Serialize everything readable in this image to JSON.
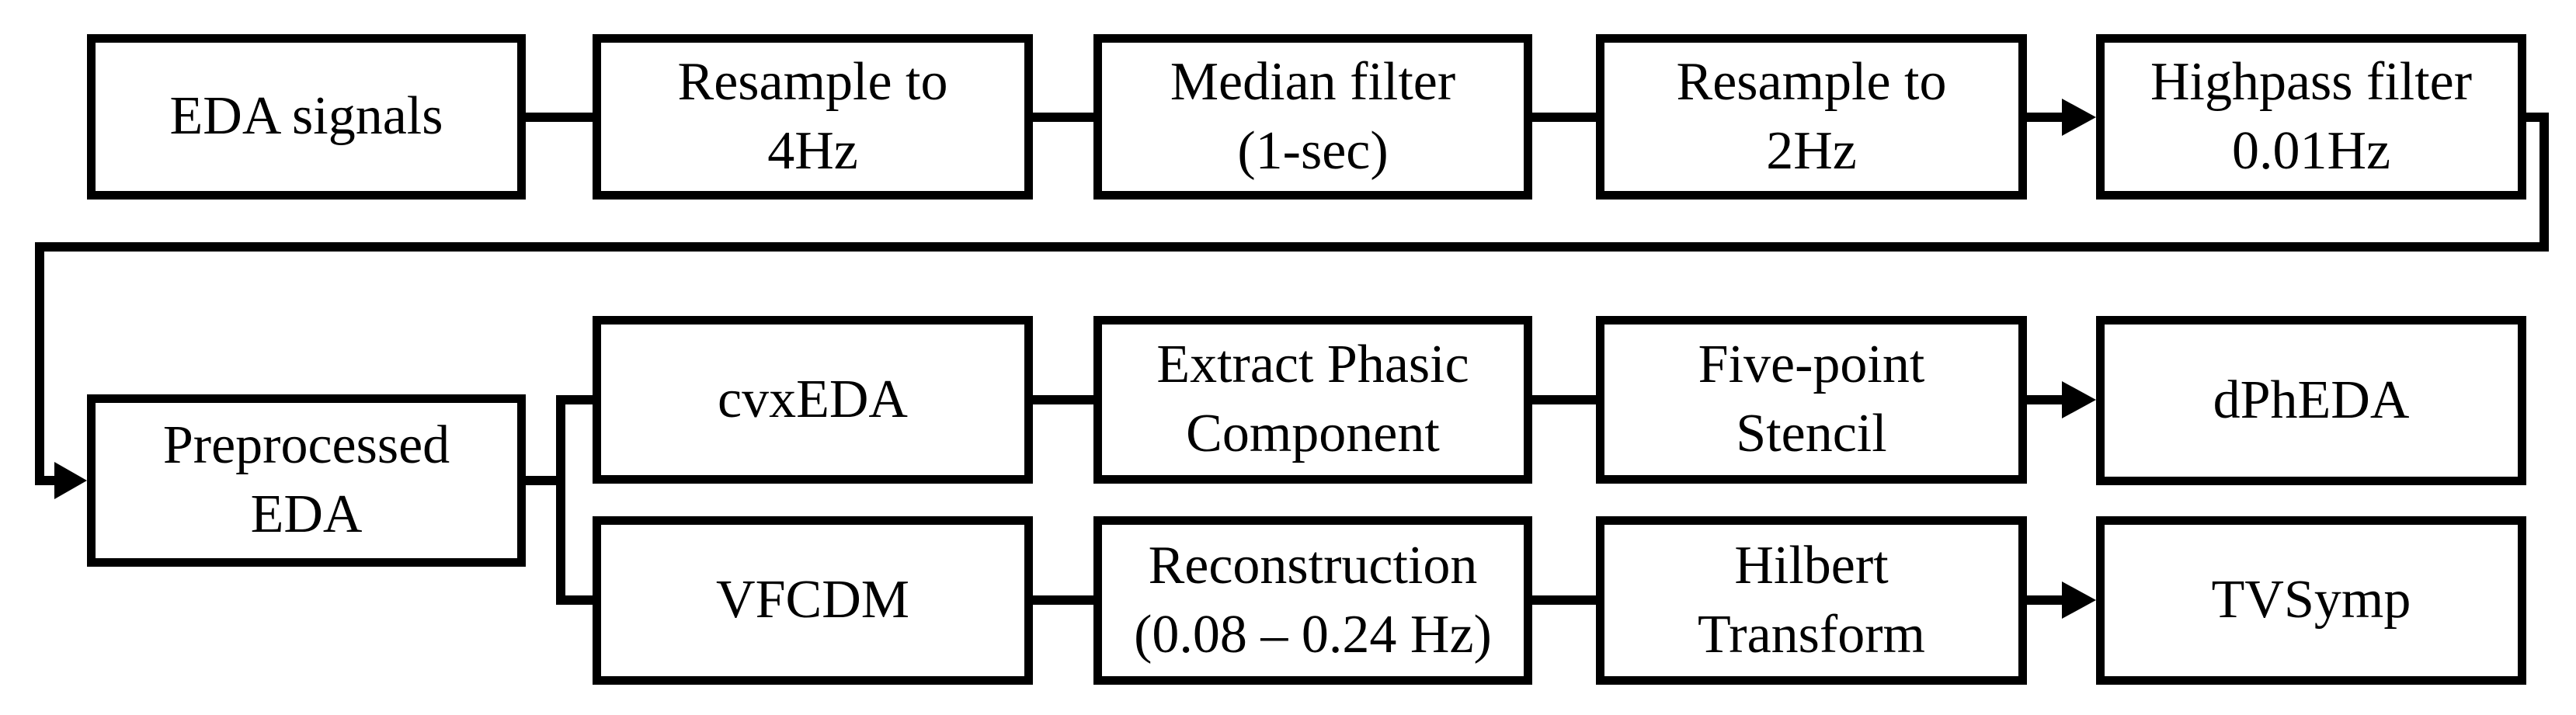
{
  "diagram": {
    "background_color": "#ffffff",
    "stroke_color": "#000000",
    "nodes": [
      {
        "id": "eda-signals",
        "lines": [
          "EDA signals"
        ]
      },
      {
        "id": "resample-4hz",
        "lines": [
          "Resample to",
          "4Hz"
        ]
      },
      {
        "id": "median-filter",
        "lines": [
          "Median filter",
          "(1-sec)"
        ]
      },
      {
        "id": "resample-2hz",
        "lines": [
          "Resample to",
          "2Hz"
        ]
      },
      {
        "id": "highpass-filter",
        "lines": [
          "Highpass filter",
          "0.01Hz"
        ]
      },
      {
        "id": "preprocessed-eda",
        "lines": [
          "Preprocessed",
          "EDA"
        ]
      },
      {
        "id": "cvxeda",
        "lines": [
          "cvxEDA"
        ]
      },
      {
        "id": "extract-phasic",
        "lines": [
          "Extract Phasic",
          "Component"
        ]
      },
      {
        "id": "five-point-stencil",
        "lines": [
          "Five-point",
          "Stencil"
        ]
      },
      {
        "id": "dpheda",
        "lines": [
          "dPhEDA"
        ]
      },
      {
        "id": "vfcdm",
        "lines": [
          "VFCDM"
        ]
      },
      {
        "id": "reconstruction",
        "lines": [
          "Reconstruction",
          "(0.08 – 0.24 Hz)"
        ]
      },
      {
        "id": "hilbert-transform",
        "lines": [
          "Hilbert",
          "Transform"
        ]
      },
      {
        "id": "tvsymp",
        "lines": [
          "TVSymp"
        ]
      }
    ],
    "edges": [
      {
        "from": "eda-signals",
        "to": "resample-4hz",
        "arrowhead": false
      },
      {
        "from": "resample-4hz",
        "to": "median-filter",
        "arrowhead": false
      },
      {
        "from": "median-filter",
        "to": "resample-2hz",
        "arrowhead": false
      },
      {
        "from": "resample-2hz",
        "to": "highpass-filter",
        "arrowhead": true
      },
      {
        "from": "highpass-filter",
        "to": "preprocessed-eda",
        "arrowhead": true
      },
      {
        "from": "preprocessed-eda",
        "to": "cvxeda",
        "arrowhead": false
      },
      {
        "from": "preprocessed-eda",
        "to": "vfcdm",
        "arrowhead": false
      },
      {
        "from": "cvxeda",
        "to": "extract-phasic",
        "arrowhead": false
      },
      {
        "from": "extract-phasic",
        "to": "five-point-stencil",
        "arrowhead": false
      },
      {
        "from": "five-point-stencil",
        "to": "dpheda",
        "arrowhead": true
      },
      {
        "from": "vfcdm",
        "to": "reconstruction",
        "arrowhead": false
      },
      {
        "from": "reconstruction",
        "to": "hilbert-transform",
        "arrowhead": false
      },
      {
        "from": "hilbert-transform",
        "to": "tvsymp",
        "arrowhead": true
      }
    ]
  }
}
